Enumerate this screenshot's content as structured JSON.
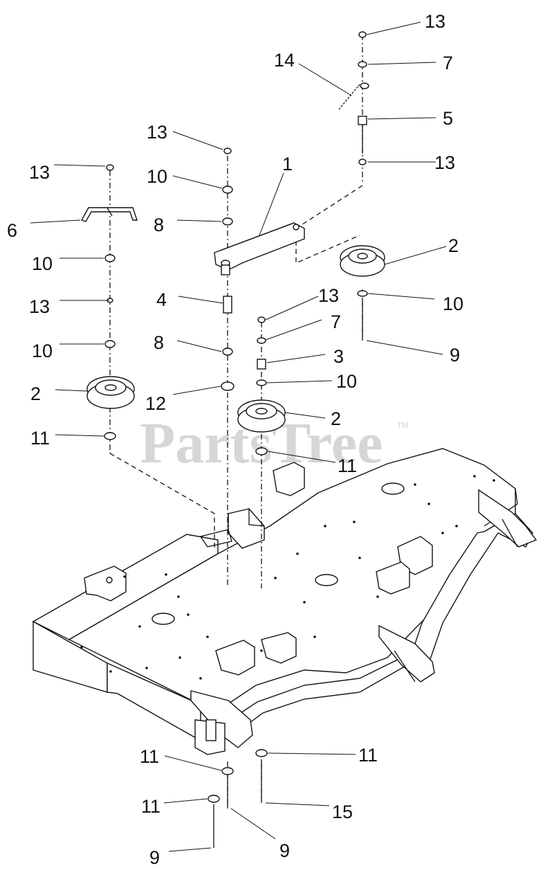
{
  "watermark": {
    "text": "PartsTree",
    "trademark": "TM"
  },
  "callouts": [
    {
      "label": "13"
    },
    {
      "label": "7"
    },
    {
      "label": "14"
    },
    {
      "label": "5"
    },
    {
      "label": "13"
    },
    {
      "label": "13"
    },
    {
      "label": "1"
    },
    {
      "label": "13"
    },
    {
      "label": "10"
    },
    {
      "label": "6"
    },
    {
      "label": "8"
    },
    {
      "label": "2"
    },
    {
      "label": "10"
    },
    {
      "label": "10"
    },
    {
      "label": "4"
    },
    {
      "label": "13"
    },
    {
      "label": "13"
    },
    {
      "label": "7"
    },
    {
      "label": "9"
    },
    {
      "label": "10"
    },
    {
      "label": "8"
    },
    {
      "label": "3"
    },
    {
      "label": "10"
    },
    {
      "label": "2"
    },
    {
      "label": "12"
    },
    {
      "label": "2"
    },
    {
      "label": "11"
    },
    {
      "label": "11"
    },
    {
      "label": "11"
    },
    {
      "label": "11"
    },
    {
      "label": "11"
    },
    {
      "label": "15"
    },
    {
      "label": "9"
    },
    {
      "label": "9"
    }
  ]
}
